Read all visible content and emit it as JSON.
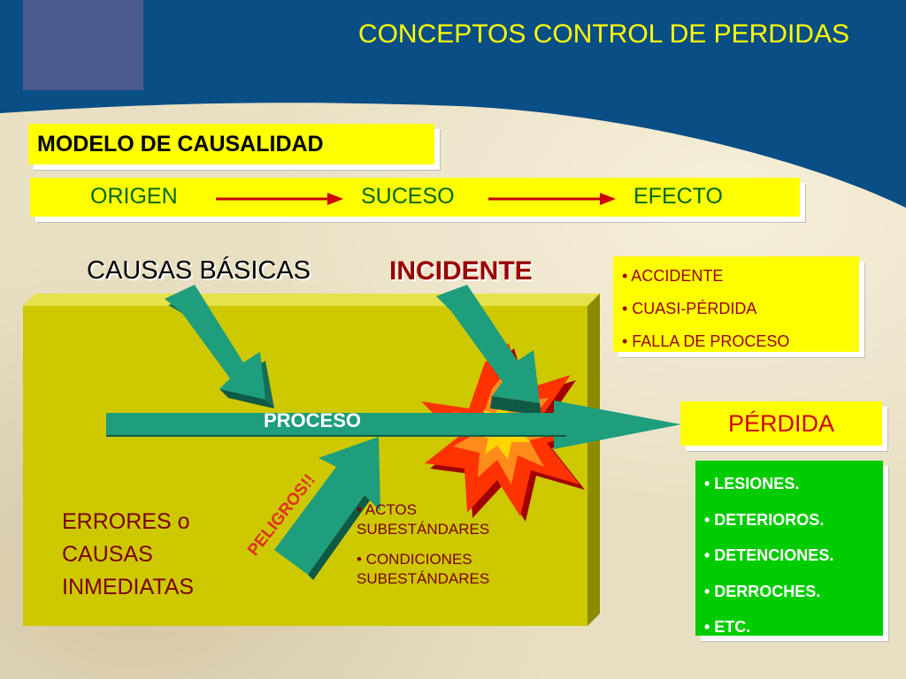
{
  "slide": {
    "title": "CONCEPTOS CONTROL DE PERDIDAS",
    "model_label": "MODELO DE CAUSALIDAD",
    "sequence": {
      "origin": "ORIGEN",
      "event": "SUCESO",
      "effect": "EFECTO"
    },
    "basic_causes": "CAUSAS BÁSICAS",
    "incident": "INCIDENTE",
    "incident_types": [
      "• ACCIDENTE",
      "• CUASI-PÉRDIDA",
      "• FALLA DE PROCESO"
    ],
    "process": "PROCESO",
    "hazards": "PELIGROS!!",
    "loss": "PÉRDIDA",
    "loss_types": [
      "• LESIONES.",
      "• DETERIOROS.",
      "• DETENCIONES.",
      "• DERROCHES.",
      "• ETC."
    ],
    "immediate_causes": [
      "ERRORES o",
      "CAUSAS",
      "INMEDIATAS"
    ],
    "substandard": [
      "• ACTOS",
      "SUBESTÁNDARES",
      "• CONDICIONES",
      "SUBESTÁNDARES"
    ]
  },
  "colors": {
    "header_blue": "#0a4e86",
    "accent_yellow": "#ffff00",
    "olive_box": "#cdc800",
    "arrow_green": "#1e9e7c",
    "loss_green": "#00cc00",
    "dark_red": "#990000",
    "red": "#cc0000"
  }
}
